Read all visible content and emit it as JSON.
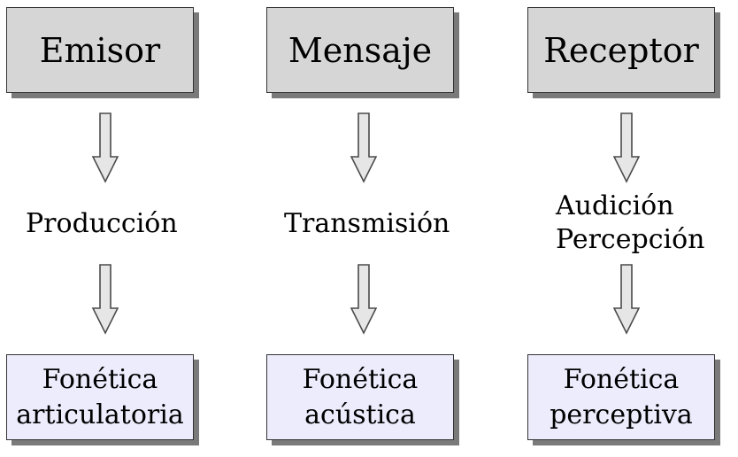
{
  "columns": [
    {
      "header": "Emisor",
      "process": [
        "Producción"
      ],
      "result": [
        "Fonética",
        "articulatoria"
      ]
    },
    {
      "header": "Mensaje",
      "process": [
        "Transmisión"
      ],
      "result": [
        "Fonética",
        "acústica"
      ]
    },
    {
      "header": "Receptor",
      "process": [
        "Audición",
        "Percepción"
      ],
      "result": [
        "Fonética",
        "perceptiva"
      ]
    }
  ],
  "colors": {
    "header_fill": "#d6d6d6",
    "result_fill": "#ececfd",
    "border": "#333333",
    "shadow": "#7a7a7a",
    "arrow_fill": "#e6e6e6"
  }
}
